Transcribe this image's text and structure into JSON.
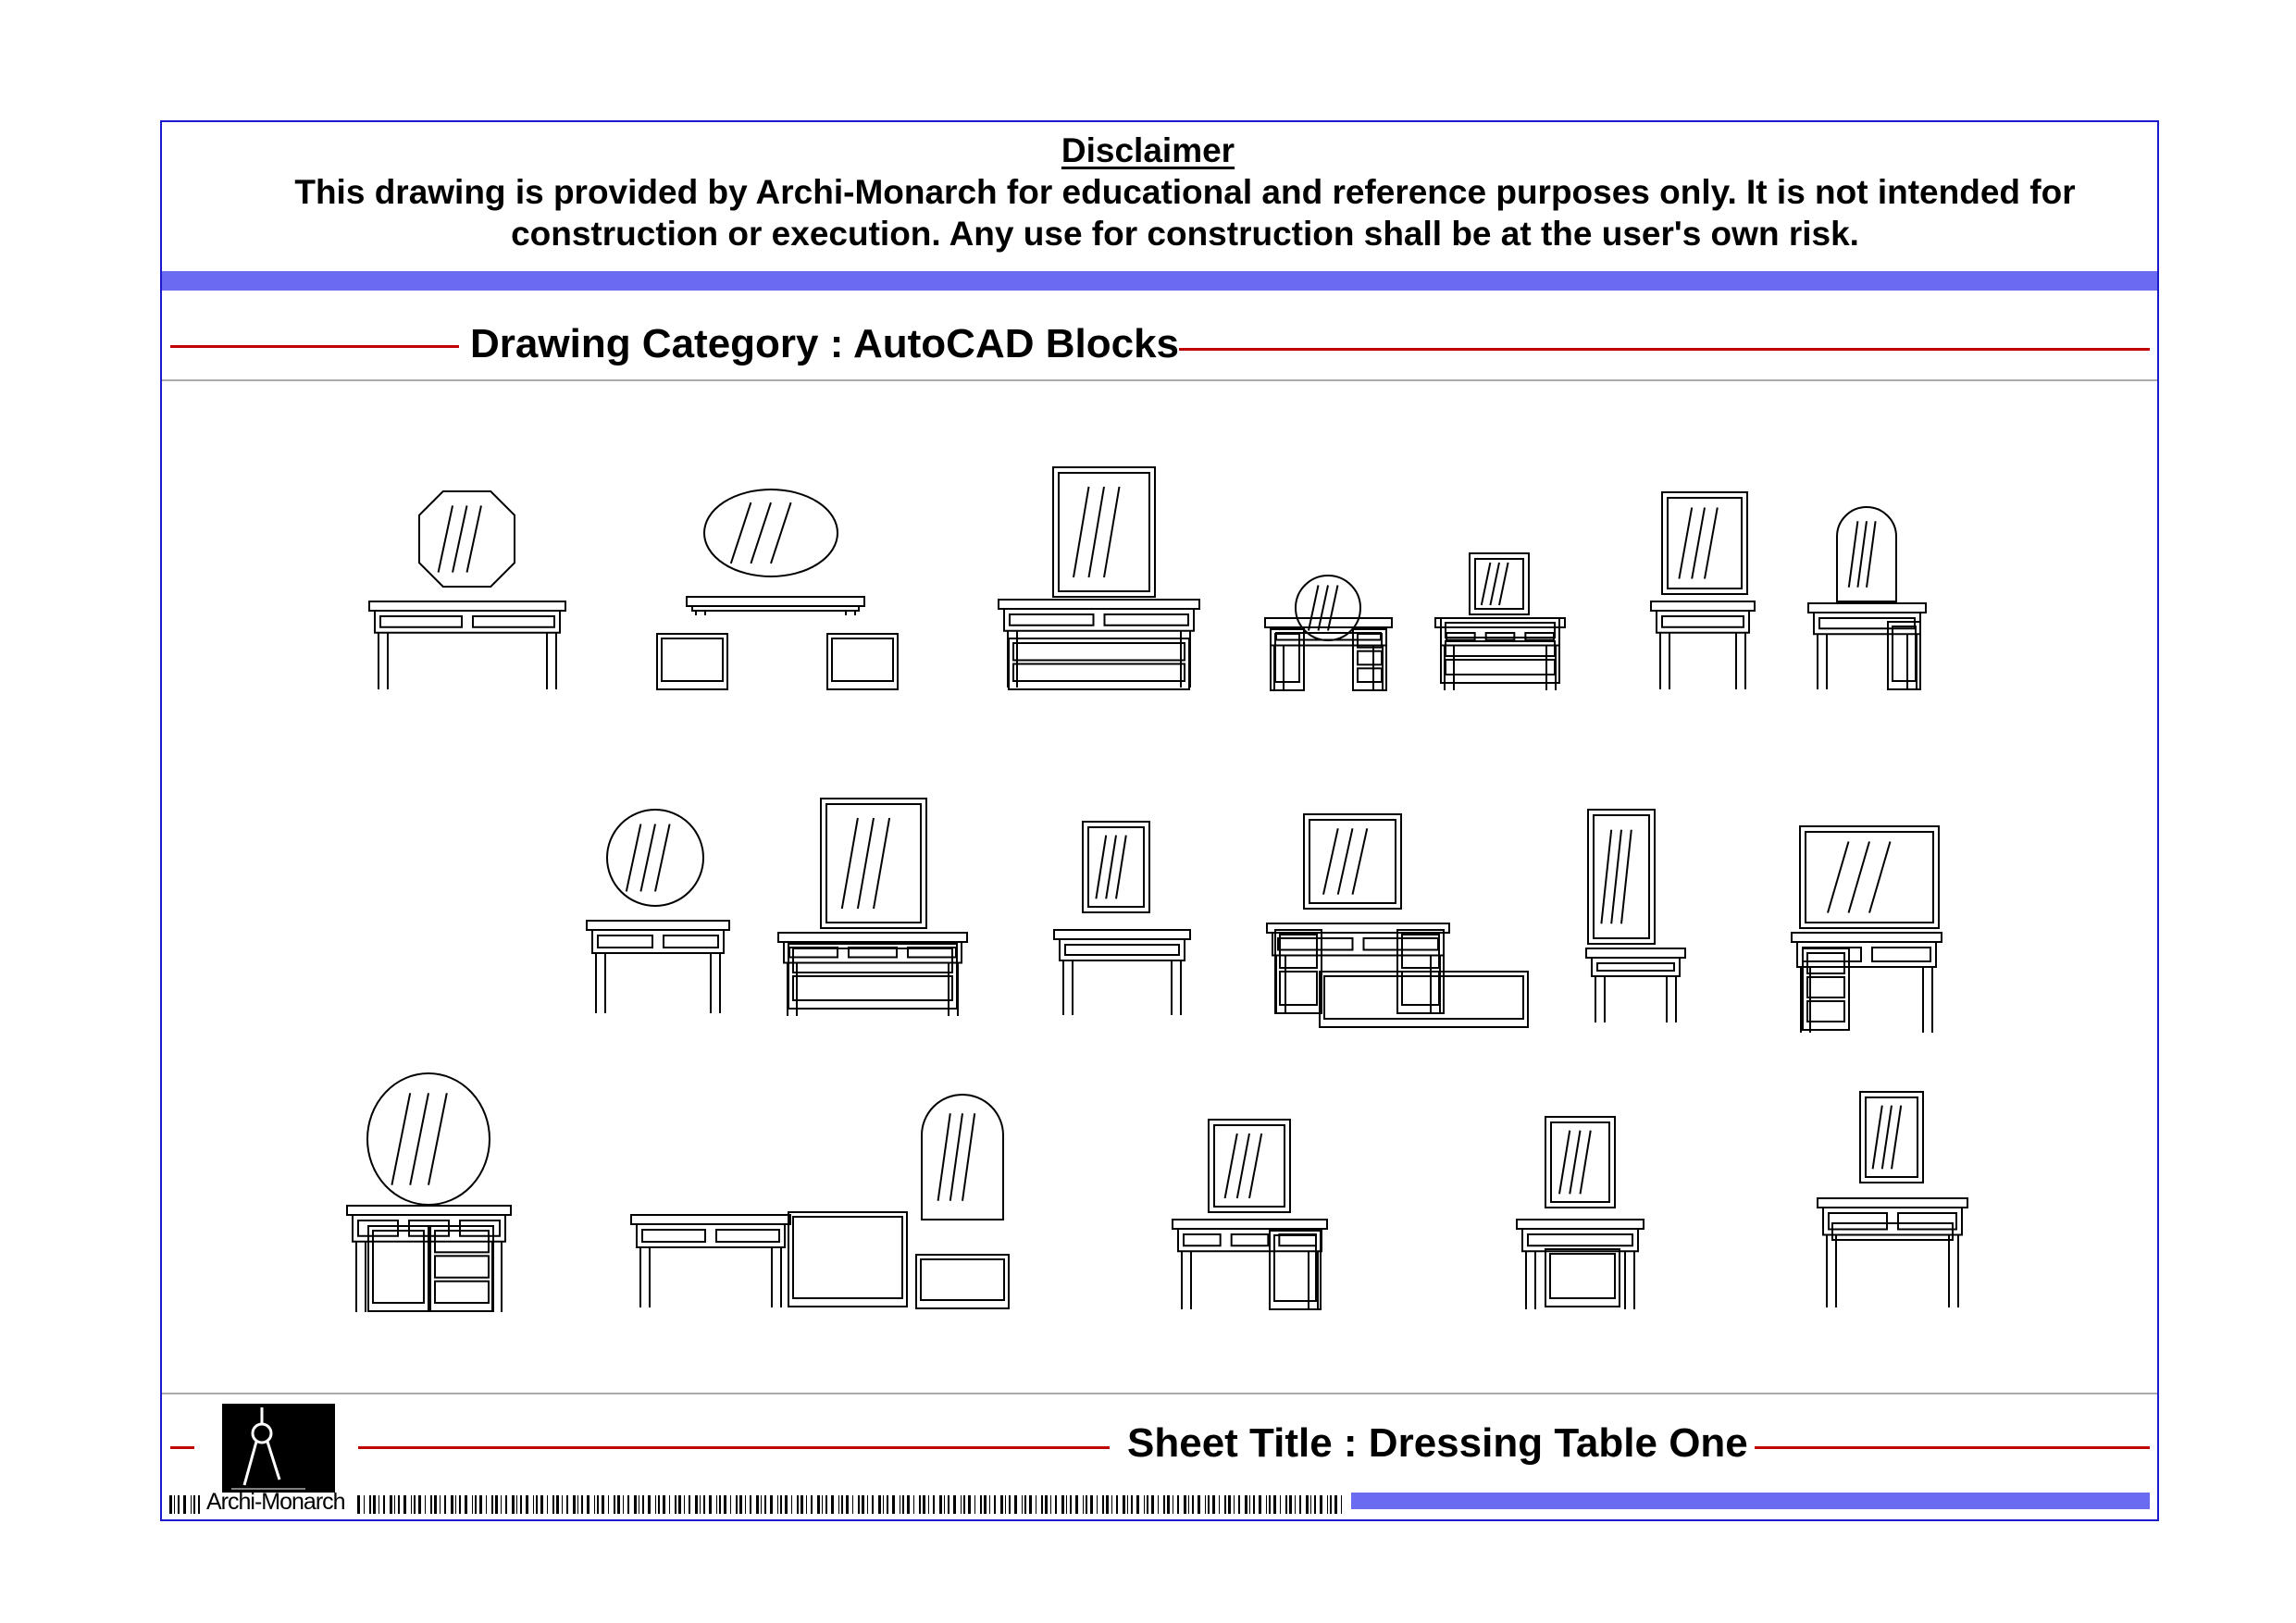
{
  "disclaimer": {
    "title": "Disclaimer",
    "text": "This drawing is provided by Archi-Monarch for educational and reference purposes only. It is not intended for construction or execution. Any use for construction shall be at the user's own risk."
  },
  "drawing_category": "Drawing Category : AutoCAD Blocks",
  "sheet_title": "Sheet Title : Dressing Table One",
  "logo": {
    "brand": "Archi-Monarch"
  },
  "colors": {
    "frame": "#1a1acc",
    "band": "#6b6bf2",
    "rule": "#c00000"
  },
  "blocks": [
    "dressing-table-1",
    "dressing-table-2",
    "dressing-table-3",
    "dressing-table-4",
    "dressing-table-5",
    "dressing-table-6",
    "dressing-table-7",
    "dressing-table-8",
    "dressing-table-9",
    "dressing-table-10",
    "dressing-table-11",
    "dressing-table-12",
    "dressing-table-13",
    "dressing-table-14",
    "dressing-table-15",
    "dressing-table-16",
    "dressing-table-17",
    "dressing-table-18"
  ]
}
